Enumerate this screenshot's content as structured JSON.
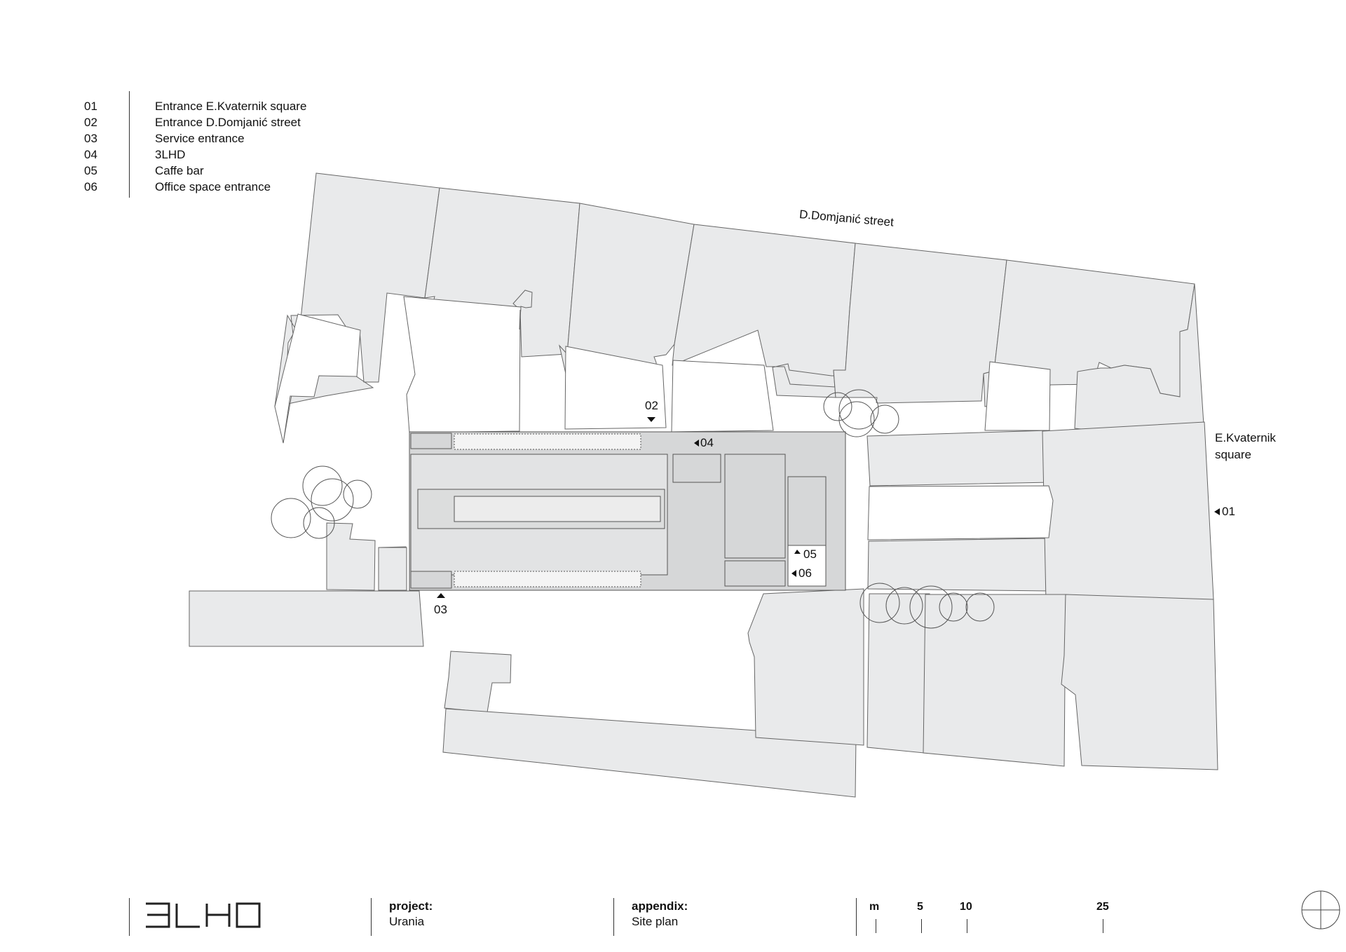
{
  "legend": [
    {
      "num": "01",
      "text": "Entrance E.Kvaternik square"
    },
    {
      "num": "02",
      "text": "Entrance D.Domjanić street"
    },
    {
      "num": "03",
      "text": "Service entrance"
    },
    {
      "num": "04",
      "text": "3LHD"
    },
    {
      "num": "05",
      "text": "Caffe bar"
    },
    {
      "num": "06",
      "text": "Office space entrance"
    }
  ],
  "plan": {
    "street_label": "D.Domjanić street",
    "square_label_line1": "E.Kvaternik",
    "square_label_line2": "square",
    "markers": {
      "m01": "01",
      "m02": "02",
      "m03": "03",
      "m04": "04",
      "m05": "05",
      "m06": "06"
    }
  },
  "title_block": {
    "logo": "3LHD",
    "project_label": "project:",
    "project_value": "Urania",
    "appendix_label": "appendix:",
    "appendix_value": "Site plan",
    "scale": {
      "unit": "m",
      "ticks": [
        "5",
        "10",
        "25"
      ]
    }
  },
  "colors": {
    "building_fill": "#e9eaeb",
    "project_fill": "#d6d7d8",
    "line": "#555555"
  },
  "icons": {
    "north": "north-arrow-icon",
    "entrance": "entrance-arrow-icon"
  }
}
